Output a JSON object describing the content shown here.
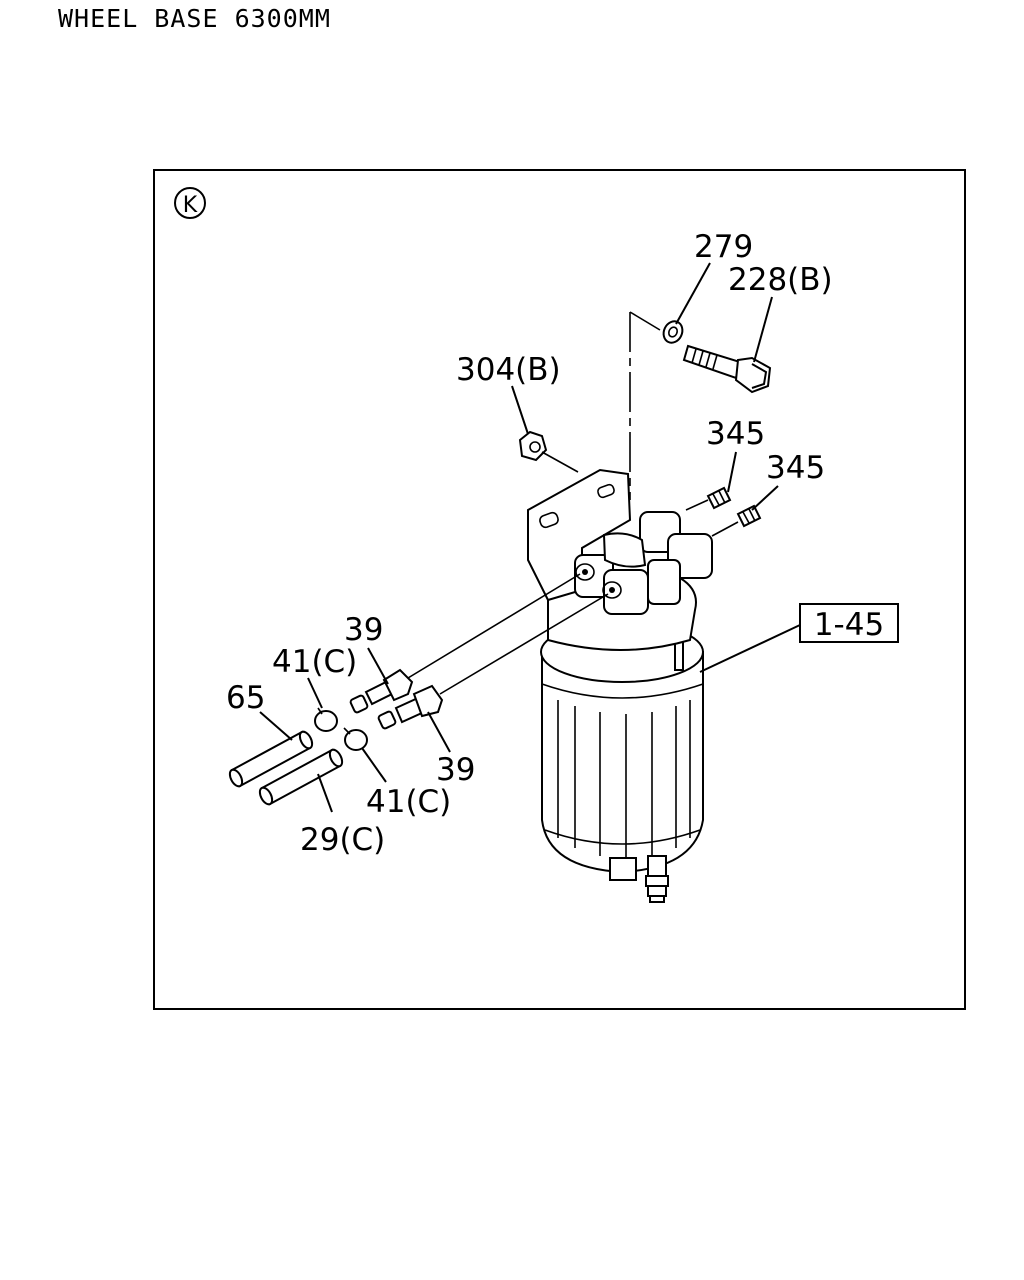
{
  "header": {
    "title": "WHEEL BASE 6300MM"
  },
  "diagram": {
    "section_marker": "K",
    "callouts": {
      "p279": "279",
      "p228": "228(B)",
      "p304": "304(B)",
      "p345a": "345",
      "p345b": "345",
      "p39a": "39",
      "p39b": "39",
      "p41a": "41(C)",
      "p41b": "41(C)",
      "p65": "65",
      "p29": "29(C)",
      "p145": "1-45"
    }
  }
}
